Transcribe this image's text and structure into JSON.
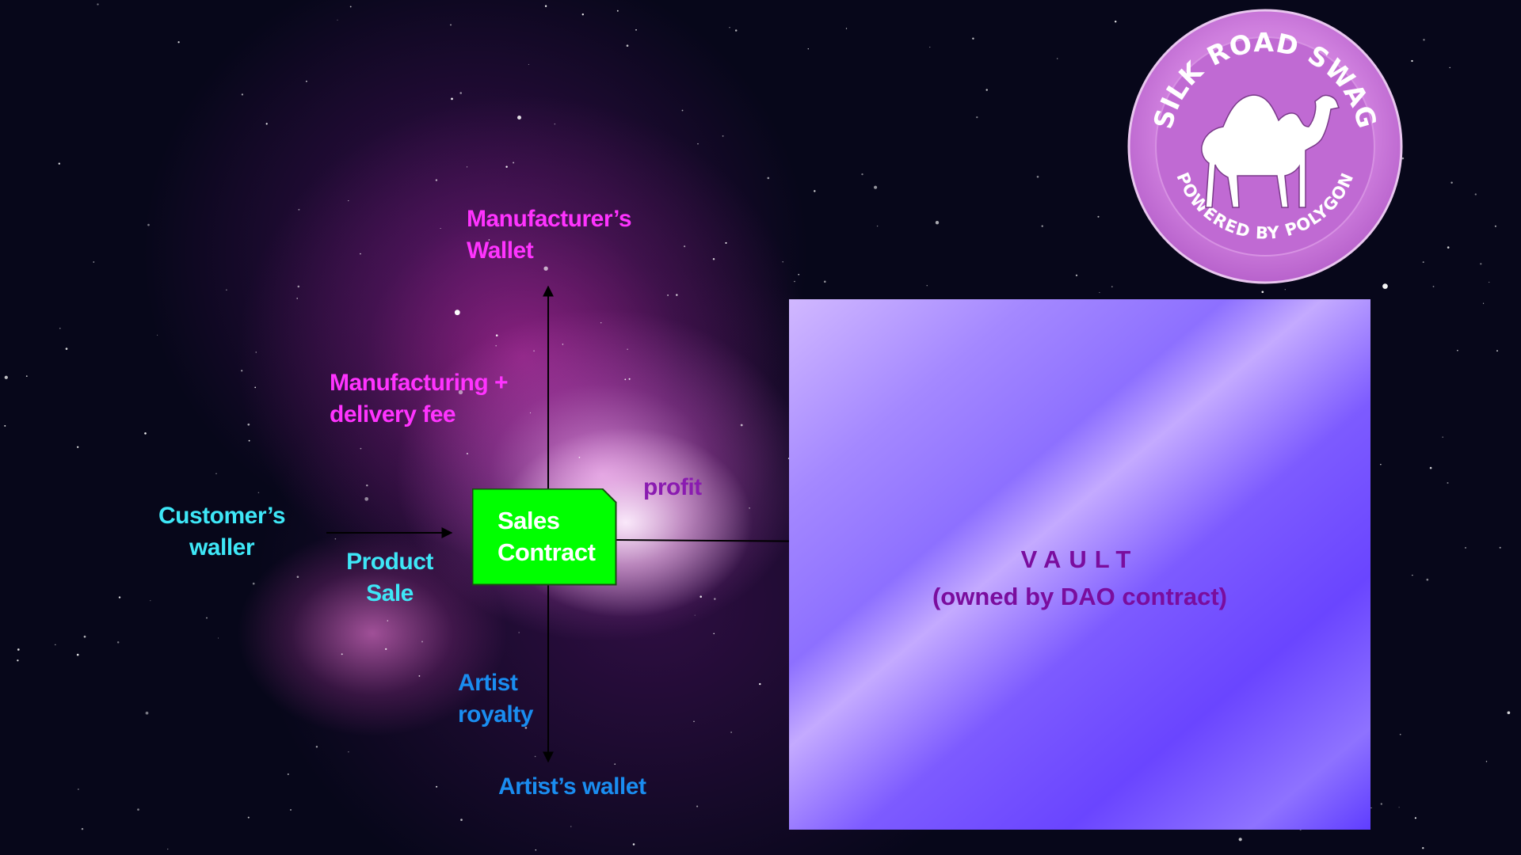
{
  "labels": {
    "manufacturer_wallet_line1": "Manufacturer’s",
    "manufacturer_wallet_line2": "Wallet",
    "manufacturing_fee_line1": "Manufacturing +",
    "manufacturing_fee_line2": "delivery fee",
    "customer_wallet_line1": "Customer’s",
    "customer_wallet_line2": "waller",
    "product_sale_line1": "Product",
    "product_sale_line2": "Sale",
    "profit": "profit",
    "artist_royalty_line1": "Artist",
    "artist_royalty_line2": "royalty",
    "artists_wallet": "Artist’s wallet"
  },
  "sales_contract": {
    "line1": "Sales",
    "line2": "Contract",
    "fill_color": "#00ff00"
  },
  "vault": {
    "title": "VAULT",
    "subtitle": "(owned by DAO contract)",
    "text_color": "#7a0d9e"
  },
  "logo": {
    "top_text": "SILK ROAD SWAG",
    "bottom_text": "POWERED BY POLYGON",
    "icon": "camel-icon",
    "color": "#c76fd6"
  },
  "colors": {
    "manufacturer": "#ff33ff",
    "customer": "#3ee7f7",
    "artist": "#1a8df0",
    "profit": "#8a1bb0"
  }
}
